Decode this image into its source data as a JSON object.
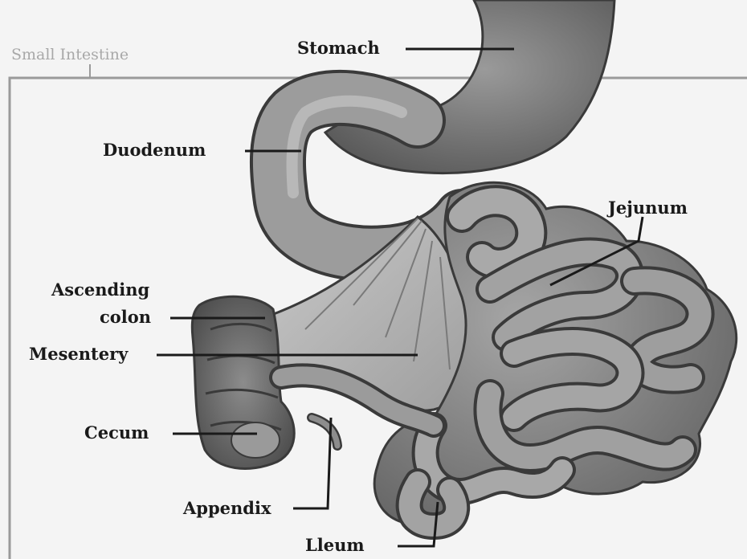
{
  "header": {
    "title": "Small Intestine"
  },
  "labels": {
    "stomach": "Stomach",
    "duodenum": "Duodenum",
    "jejunum": "Jejunum",
    "ascending_colon_line1": "Ascending",
    "ascending_colon_line2": "colon",
    "mesentery": "Mesentery",
    "cecum": "Cecum",
    "appendix": "Appendix",
    "ileum": "Lleum"
  },
  "colors": {
    "organ_dark": "#555555",
    "organ_mid": "#8a8a8a",
    "organ_light": "#b5b5b5",
    "leader_line": "#1a1a1a",
    "frame": "#9a9a9a"
  }
}
